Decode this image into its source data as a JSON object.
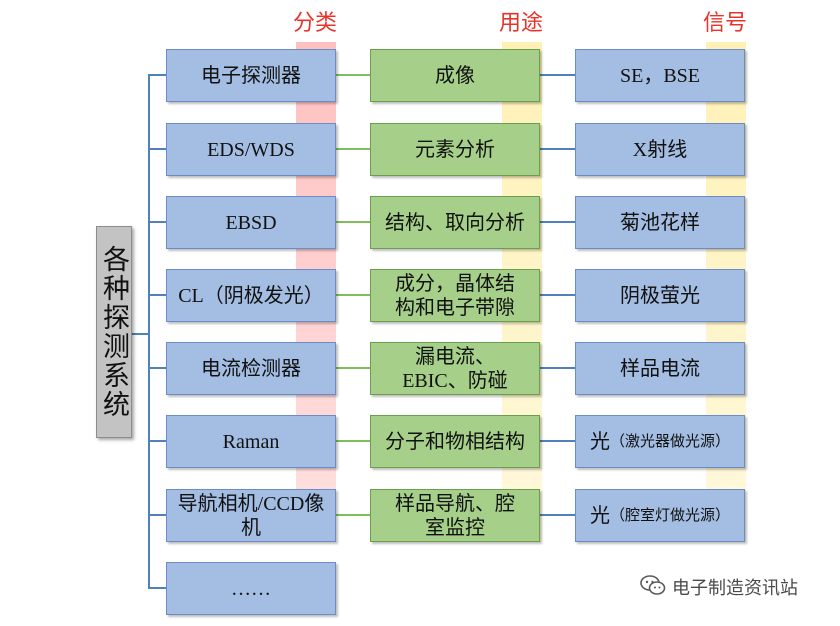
{
  "headers": {
    "category": "分类",
    "purpose": "用途",
    "signal": "信号"
  },
  "main_label": "各种探测系统",
  "rows": [
    {
      "detector": "电子探测器",
      "purpose": "成像",
      "signal": "SE，BSE",
      "signal_note": ""
    },
    {
      "detector": "EDS/WDS",
      "purpose": "元素分析",
      "signal": "X射线",
      "signal_note": ""
    },
    {
      "detector": "EBSD",
      "purpose": "结构、取向分析",
      "signal": "菊池花样",
      "signal_note": ""
    },
    {
      "detector": "CL（阴极发光）",
      "purpose": "成分，晶体结构和电子带隙",
      "signal": "阴极萤光",
      "signal_note": ""
    },
    {
      "detector": "电流检测器",
      "purpose": "漏电流、EBIC、防碰",
      "signal": "样品电流",
      "signal_note": ""
    },
    {
      "detector": "Raman",
      "purpose": "分子和物相结构",
      "signal": "光",
      "signal_note": "（激光器做光源）"
    },
    {
      "detector": "导航相机/CCD像机",
      "purpose": "样品导航、腔室监控",
      "signal": "光",
      "signal_note": "（腔室灯做光源）"
    },
    {
      "detector": "……",
      "purpose": "",
      "signal": "",
      "signal_note": ""
    }
  ],
  "branding": {
    "text": "电子制造资讯站",
    "icon": "wechat-icon"
  },
  "colors": {
    "header_red": "#e8332a",
    "box_blue": "#a4bde2",
    "box_green": "#a6d08a",
    "box_gray": "#c3c3c3",
    "line_blue": "#4f81bd",
    "line_green": "#7fbf5a"
  }
}
